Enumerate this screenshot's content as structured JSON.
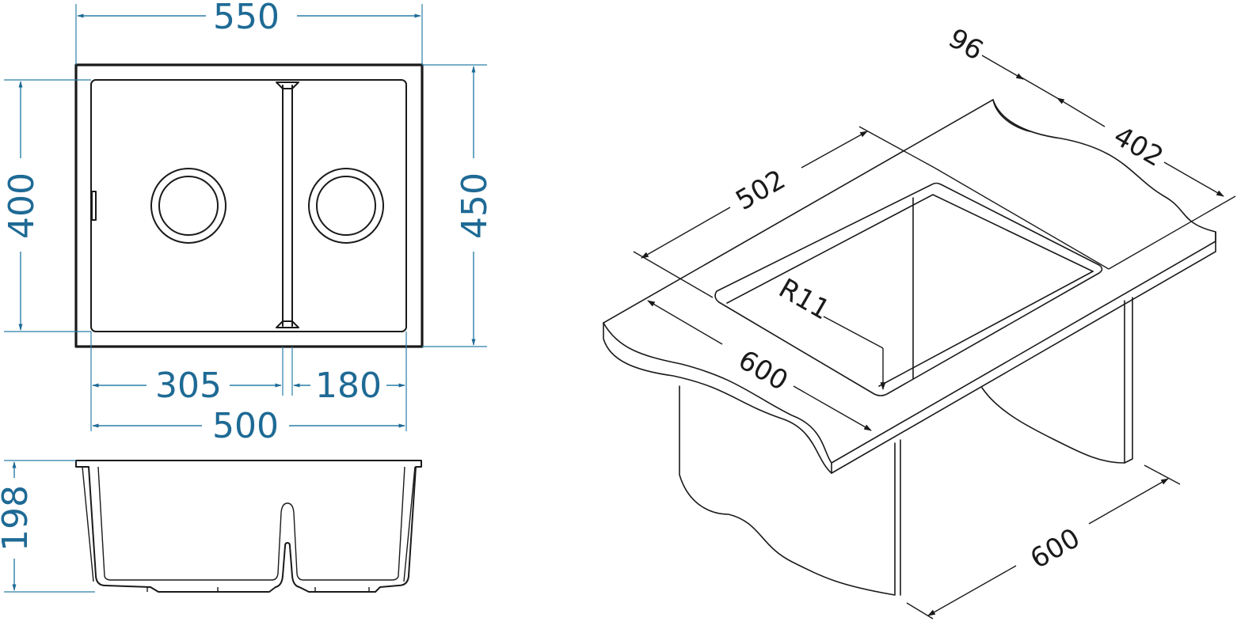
{
  "front_view": {
    "outer_width": "550",
    "outer_height": "450",
    "inner_height": "400",
    "inner_width": "500",
    "left_bowl": "305",
    "right_bowl": "180"
  },
  "section_view": {
    "depth": "198"
  },
  "iso_view": {
    "rim_width": "96",
    "right_bowl_length": "402",
    "left_bowl_length": "502",
    "corner_radius": "R11",
    "cabinet_depth": "600",
    "cabinet_width": "600"
  },
  "colors": {
    "dimension": "#1e6a95",
    "outline": "#1a1a1a"
  }
}
